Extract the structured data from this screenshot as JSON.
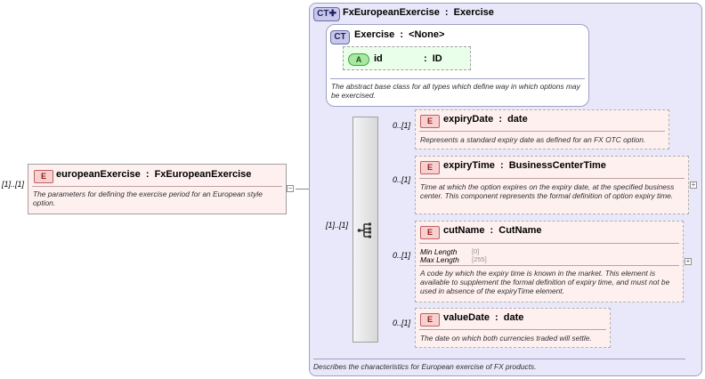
{
  "root": {
    "occurrence": "[1]..[1]",
    "badge": "E",
    "name": "europeanExercise",
    "sep": ":",
    "type": "FxEuropeanExercise",
    "description": "The parameters for defining the exercise period for an European style option."
  },
  "complex_type": {
    "badge": "CT",
    "name": "FxEuropeanExercise",
    "sep": ":",
    "base": "Exercise",
    "description": "Describes the characteristics for European exercise of FX products."
  },
  "base_type": {
    "badge": "CT",
    "name": "Exercise",
    "sep": ":",
    "base": "<None>",
    "description": "The abstract base class for all types which define way in which options may be exercised.",
    "attribute": {
      "badge": "A",
      "name": "id",
      "sep": ":",
      "type": "ID"
    }
  },
  "sequence": {
    "occurrence": "[1]..[1]"
  },
  "elements": [
    {
      "occurrence": "0..[1]",
      "badge": "E",
      "name": "expiryDate",
      "sep": ":",
      "type": "date",
      "description": "Represents a standard expiry date as defined for an FX OTC option."
    },
    {
      "occurrence": "0..[1]",
      "badge": "E",
      "name": "expiryTime",
      "sep": ":",
      "type": "BusinessCenterTime",
      "description": "Time at which the option expires on the expiry date, at the specified business center. This component represents the formal definition of option expiry time."
    },
    {
      "occurrence": "0..[1]",
      "badge": "E",
      "name": "cutName",
      "sep": ":",
      "type": "CutName",
      "facets": [
        {
          "label": "Min Length",
          "value": "[0]"
        },
        {
          "label": "Max Length",
          "value": "[255]"
        }
      ],
      "description": "A code by which the expiry time is known in the market. This element is available to supplement the formal definition of expiry time, and must not be used in absence of the expiryTime element."
    },
    {
      "occurrence": "0..[1]",
      "badge": "E",
      "name": "valueDate",
      "sep": ":",
      "type": "date",
      "description": "The date on which both currencies traded will settle."
    }
  ],
  "icons": {
    "ct_icon": "complex-type-icon",
    "seq_icon": "sequence-icon",
    "expand": "plus-expander-icon"
  },
  "colors": {
    "element_fill": "#fff0f0",
    "element_badge": "#f8d0d0",
    "complex_type_fill": "#e8e8fa",
    "attribute_fill": "#eaffea"
  }
}
